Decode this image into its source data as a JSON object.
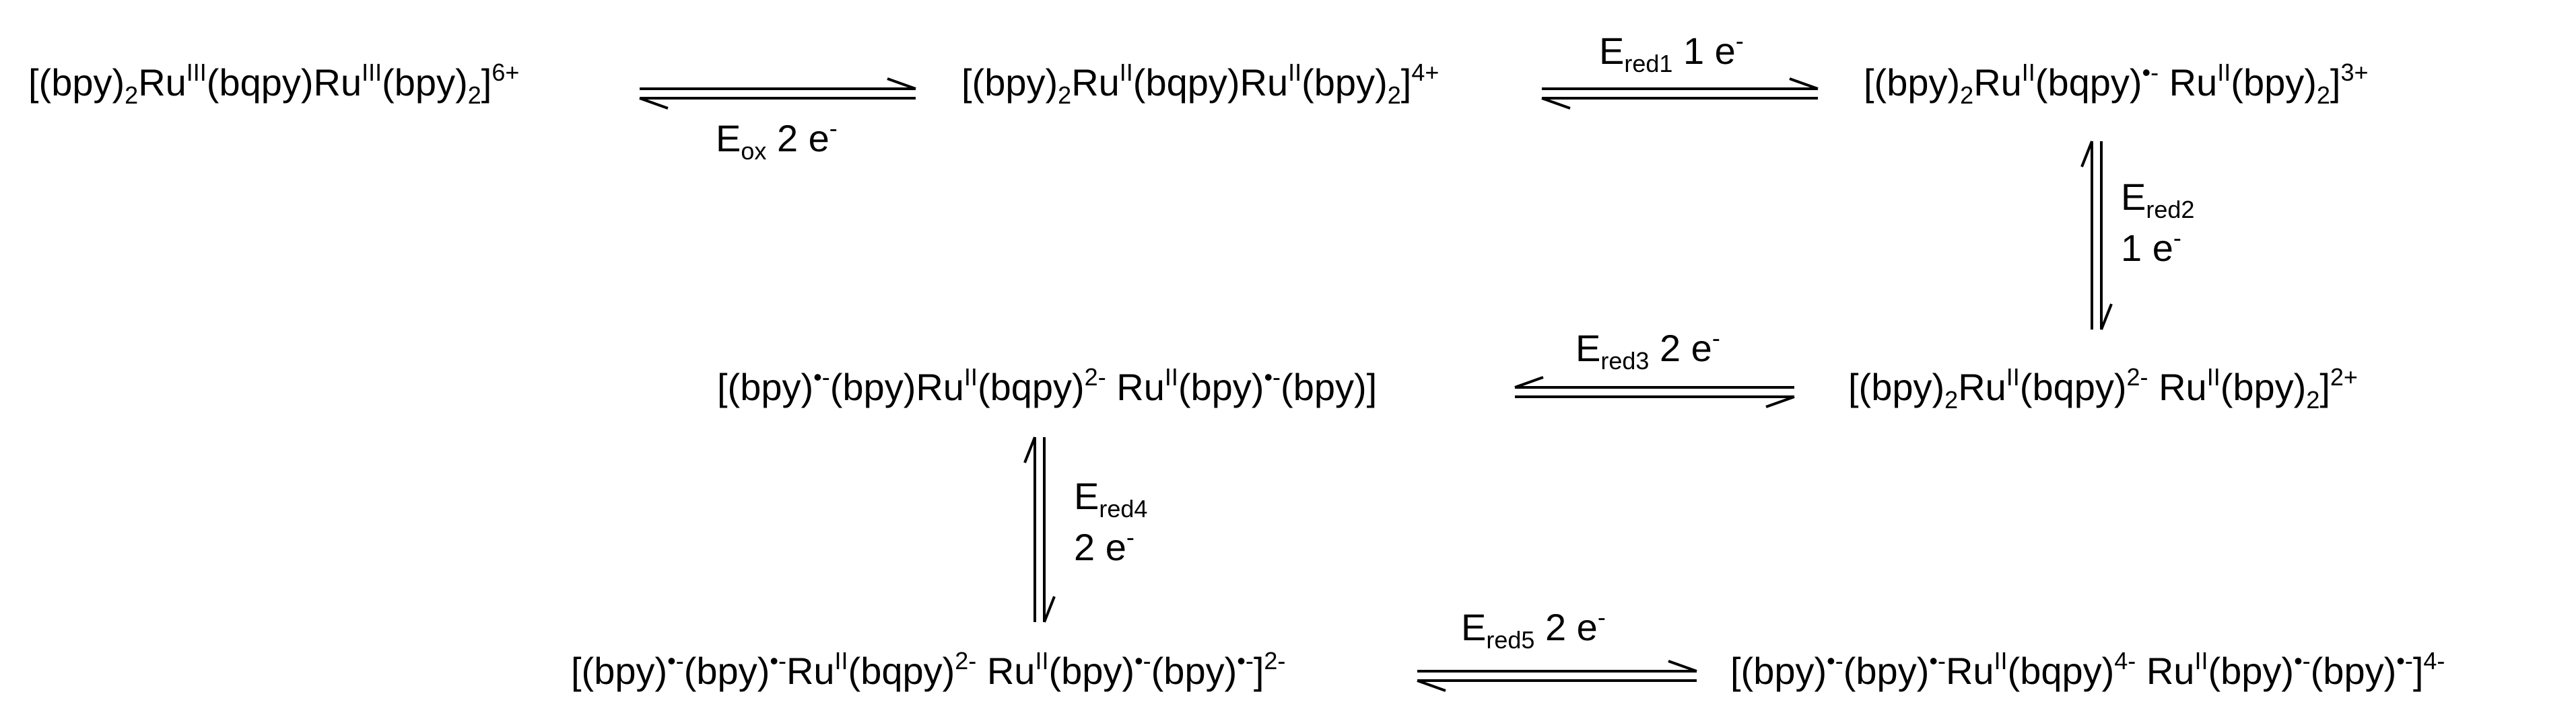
{
  "species": [
    {
      "id": "s1",
      "parts": [
        [
          "n",
          "[(bpy)"
        ],
        [
          "sub",
          "2"
        ],
        [
          "n",
          "Ru"
        ],
        [
          "sup",
          "III"
        ],
        [
          "n",
          "(bqpy)Ru"
        ],
        [
          "sup",
          "III"
        ],
        [
          "n",
          "(bpy)"
        ],
        [
          "sub",
          "2"
        ],
        [
          "n",
          "]"
        ],
        [
          "sup",
          "6+"
        ]
      ]
    },
    {
      "id": "s2",
      "parts": [
        [
          "n",
          "[(bpy)"
        ],
        [
          "sub",
          "2"
        ],
        [
          "n",
          "Ru"
        ],
        [
          "sup",
          "II"
        ],
        [
          "n",
          "(bqpy)Ru"
        ],
        [
          "sup",
          "II"
        ],
        [
          "n",
          "(bpy)"
        ],
        [
          "sub",
          "2"
        ],
        [
          "n",
          "]"
        ],
        [
          "sup",
          "4+"
        ]
      ]
    },
    {
      "id": "s3",
      "parts": [
        [
          "n",
          "[(bpy)"
        ],
        [
          "sub",
          "2"
        ],
        [
          "n",
          "Ru"
        ],
        [
          "sup",
          "II"
        ],
        [
          "n",
          "(bqpy)"
        ],
        [
          "sup",
          "•-"
        ],
        [
          "n",
          " Ru"
        ],
        [
          "sup",
          "II"
        ],
        [
          "n",
          "(bpy)"
        ],
        [
          "sub",
          "2"
        ],
        [
          "n",
          "]"
        ],
        [
          "sup",
          "3+"
        ]
      ]
    },
    {
      "id": "s4",
      "parts": [
        [
          "n",
          "[(bpy)"
        ],
        [
          "sub",
          "2"
        ],
        [
          "n",
          "Ru"
        ],
        [
          "sup",
          "II"
        ],
        [
          "n",
          "(bqpy)"
        ],
        [
          "sup",
          "2-"
        ],
        [
          "n",
          " Ru"
        ],
        [
          "sup",
          "II"
        ],
        [
          "n",
          "(bpy)"
        ],
        [
          "sub",
          "2"
        ],
        [
          "n",
          "]"
        ],
        [
          "sup",
          "2+"
        ]
      ]
    },
    {
      "id": "s5",
      "parts": [
        [
          "n",
          "[(bpy)"
        ],
        [
          "sup",
          "•-"
        ],
        [
          "n",
          "(bpy)Ru"
        ],
        [
          "sup",
          "II"
        ],
        [
          "n",
          "(bqpy)"
        ],
        [
          "sup",
          "2-"
        ],
        [
          "n",
          " Ru"
        ],
        [
          "sup",
          "II"
        ],
        [
          "n",
          "(bpy)"
        ],
        [
          "sup",
          "•-"
        ],
        [
          "n",
          "(bpy)]"
        ]
      ]
    },
    {
      "id": "s6",
      "parts": [
        [
          "n",
          "[(bpy)"
        ],
        [
          "sup",
          "•-"
        ],
        [
          "n",
          "(bpy)"
        ],
        [
          "sup",
          "•-"
        ],
        [
          "n",
          "Ru"
        ],
        [
          "sup",
          "II"
        ],
        [
          "n",
          "(bqpy)"
        ],
        [
          "sup",
          "2-"
        ],
        [
          "n",
          " Ru"
        ],
        [
          "sup",
          "II"
        ],
        [
          "n",
          "(bpy)"
        ],
        [
          "sup",
          "•-"
        ],
        [
          "n",
          "(bpy)"
        ],
        [
          "sup",
          "•-"
        ],
        [
          "n",
          "]"
        ],
        [
          "sup",
          "2-"
        ]
      ]
    },
    {
      "id": "s7",
      "parts": [
        [
          "n",
          "[(bpy)"
        ],
        [
          "sup",
          "•-"
        ],
        [
          "n",
          "(bpy)"
        ],
        [
          "sup",
          "•-"
        ],
        [
          "n",
          "Ru"
        ],
        [
          "sup",
          "II"
        ],
        [
          "n",
          "(bqpy)"
        ],
        [
          "sup",
          "4-"
        ],
        [
          "n",
          " Ru"
        ],
        [
          "sup",
          "II"
        ],
        [
          "n",
          "(bpy)"
        ],
        [
          "sup",
          "•-"
        ],
        [
          "n",
          "(bpy)"
        ],
        [
          "sup",
          "•-"
        ],
        [
          "n",
          "]"
        ],
        [
          "sup",
          "4-"
        ]
      ]
    }
  ],
  "reactions": [
    {
      "id": "r_ox",
      "line1": [
        [
          "n",
          "E"
        ],
        [
          "sub",
          "ox"
        ],
        [
          "n",
          " 2 e"
        ],
        [
          "sup",
          "-"
        ]
      ],
      "line2": []
    },
    {
      "id": "r_red1",
      "line1": [
        [
          "n",
          "E"
        ],
        [
          "sub",
          "red1"
        ],
        [
          "n",
          " 1 e"
        ],
        [
          "sup",
          "-"
        ]
      ],
      "line2": []
    },
    {
      "id": "r_red2",
      "line1": [
        [
          "n",
          "E"
        ],
        [
          "sub",
          "red2"
        ]
      ],
      "line2": [
        [
          "n",
          "1 e"
        ],
        [
          "sup",
          "-"
        ]
      ]
    },
    {
      "id": "r_red3",
      "line1": [
        [
          "n",
          "E"
        ],
        [
          "sub",
          "red3"
        ],
        [
          "n",
          " 2 e"
        ],
        [
          "sup",
          "-"
        ]
      ],
      "line2": []
    },
    {
      "id": "r_red4",
      "line1": [
        [
          "n",
          "E"
        ],
        [
          "sub",
          "red4"
        ]
      ],
      "line2": [
        [
          "n",
          "2 e"
        ],
        [
          "sup",
          "-"
        ]
      ]
    },
    {
      "id": "r_red5",
      "line1": [
        [
          "n",
          "E"
        ],
        [
          "sub",
          "red5"
        ],
        [
          "n",
          " 2 e"
        ],
        [
          "sup",
          "-"
        ]
      ],
      "line2": []
    }
  ]
}
